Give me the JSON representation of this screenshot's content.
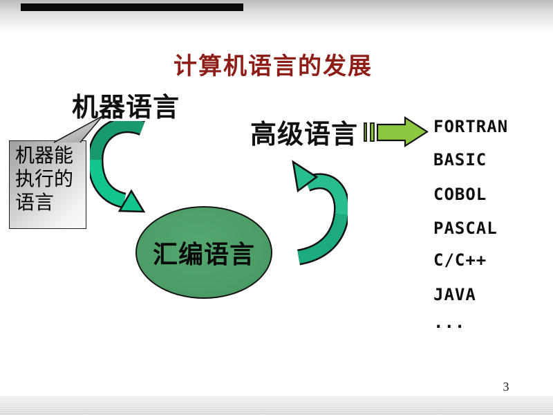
{
  "slide": {
    "title": "计算机语言的发展",
    "page_number": "3",
    "machine_language_label": "机器语言",
    "high_level_language_label": "高级语言",
    "assembly_language_label": "汇编语言",
    "callout": {
      "lines": [
        "机器能",
        "执行的",
        "语言"
      ]
    },
    "languages": [
      "FORTRAN",
      "BASIC",
      "COBOL",
      "PASCAL",
      "C/C++",
      "JAVA",
      "..."
    ],
    "icons": {
      "cycle_arrow_left": "cycle-arrow-down-icon",
      "cycle_arrow_right": "cycle-arrow-up-icon",
      "fast_forward_arrow": "striped-right-arrow-icon"
    },
    "colors": {
      "title_red": "#8e1d18",
      "ellipse_green": "#4c9e66",
      "arrow_dark_teal": "#18996f",
      "arrow_bright_green": "#12c48e",
      "right_arrow_green": "#27bd8e",
      "right_arrow_tail": "#1caa80",
      "striped_arrow_green": "#8dc63f",
      "top_band_gray": "#bcbcbc",
      "callout_gray": "#9f9f9f"
    }
  }
}
